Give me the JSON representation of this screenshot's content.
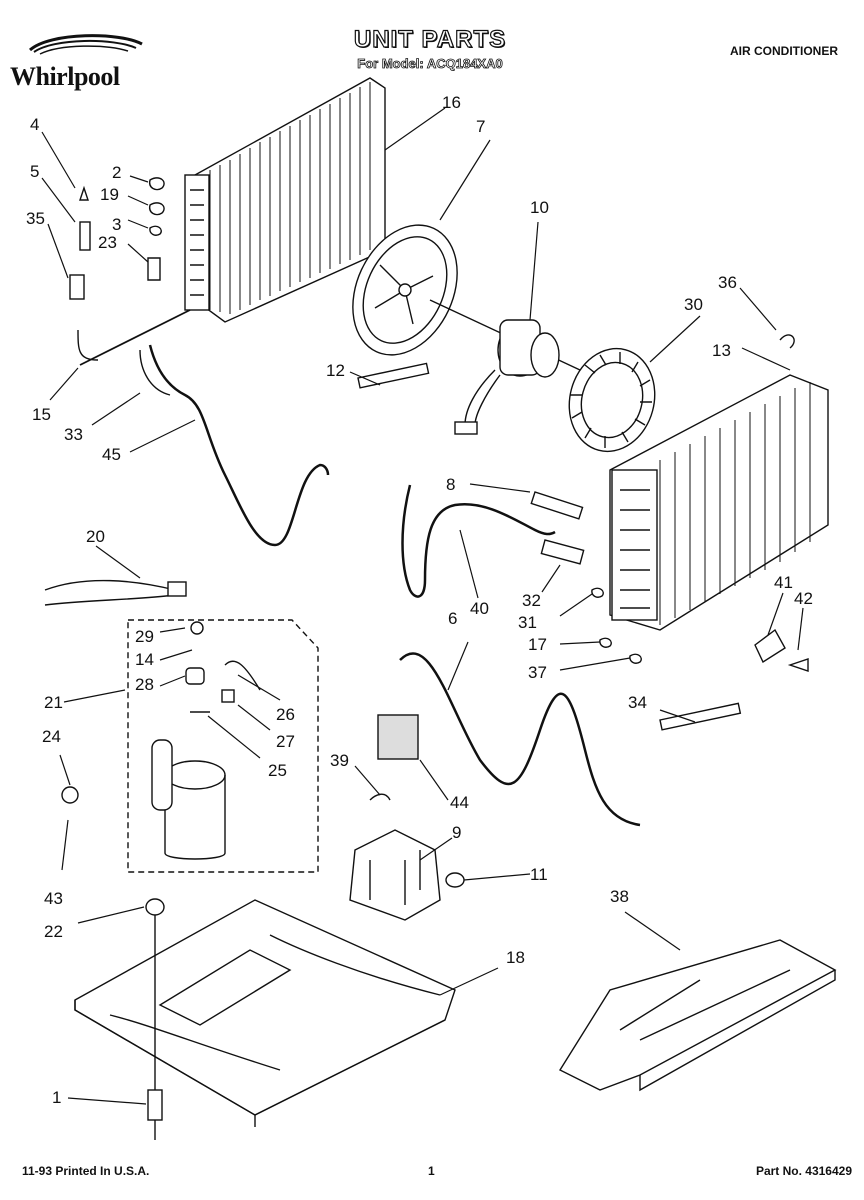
{
  "header": {
    "brand": "Whirlpool",
    "title": "UNIT PARTS",
    "subtitle": "For Model: ACQ184XA0",
    "category": "AIR CONDITIONER"
  },
  "footer": {
    "printed": "11-93 Printed In U.S.A.",
    "page": "1",
    "part_no": "Part No. 4316429"
  },
  "callouts": [
    "1",
    "2",
    "3",
    "4",
    "5",
    "6",
    "7",
    "8",
    "9",
    "10",
    "11",
    "12",
    "13",
    "14",
    "15",
    "16",
    "17",
    "18",
    "19",
    "20",
    "21",
    "22",
    "23",
    "24",
    "25",
    "26",
    "27",
    "28",
    "29",
    "30",
    "31",
    "32",
    "33",
    "34",
    "35",
    "36",
    "37",
    "38",
    "39",
    "40",
    "41",
    "42",
    "43",
    "44",
    "45"
  ]
}
